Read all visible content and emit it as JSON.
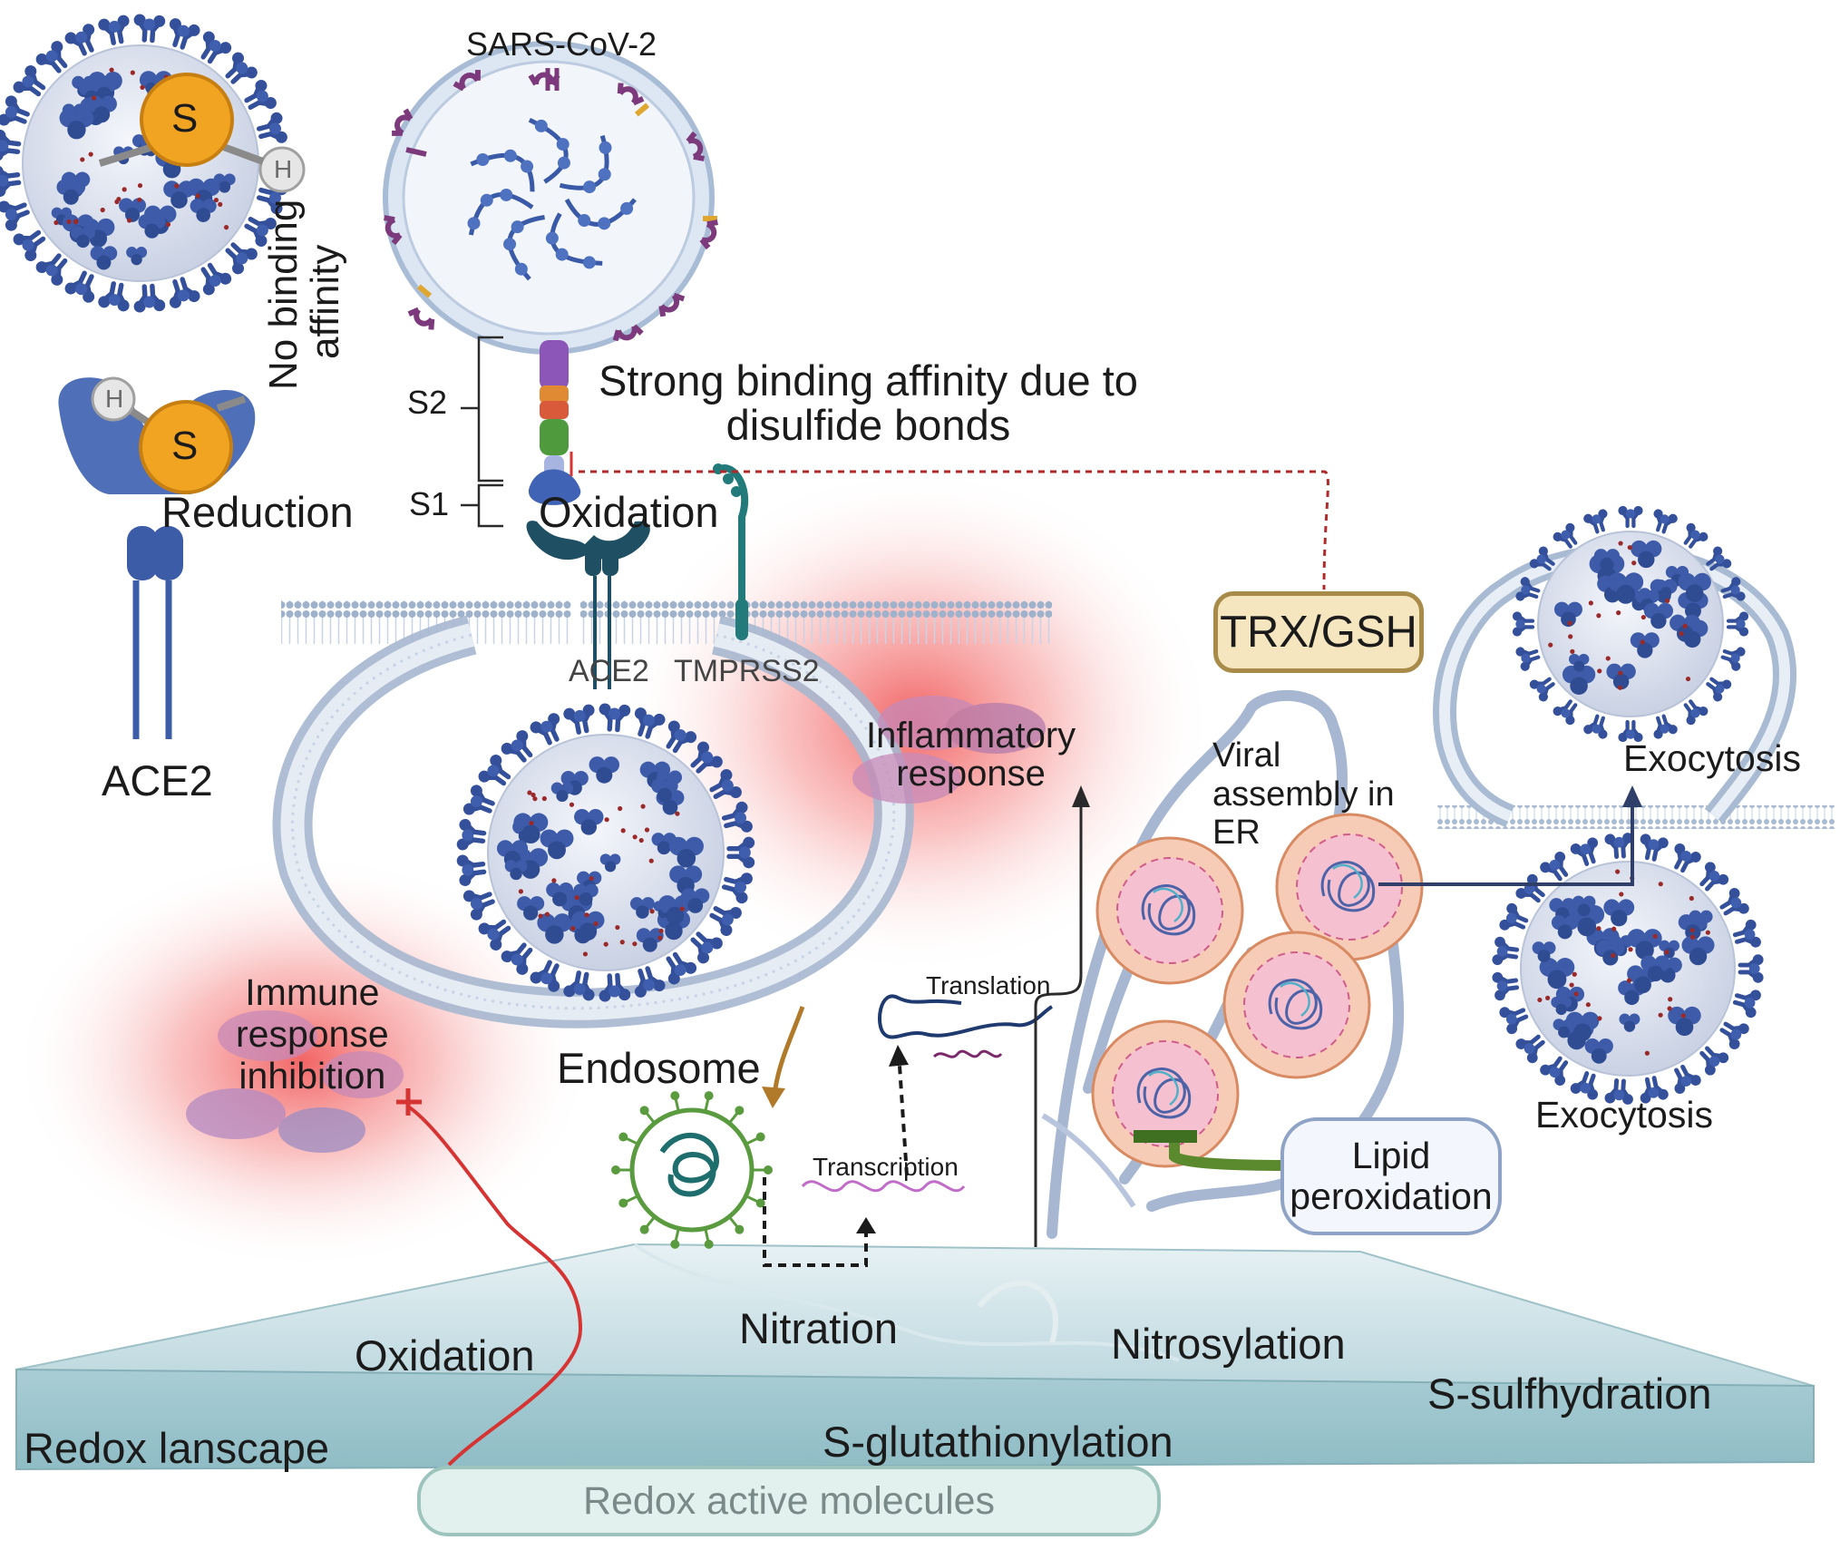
{
  "virus": {
    "title": "SARS-CoV-2"
  },
  "spike": {
    "s2": "S2",
    "s1": "S1"
  },
  "binding": {
    "no_binding": [
      "No binding",
      "affinity"
    ],
    "strong_binding": [
      "Strong binding affinity due to",
      "disulfide bonds"
    ]
  },
  "reactions": {
    "reduction": "Reduction",
    "oxidation": "Oxidation"
  },
  "atoms": {
    "sulfur": "S",
    "hydrogen": "H"
  },
  "receptors": {
    "ace2_left": "ACE2",
    "ace2_membrane": "ACE2",
    "tmprss2": "TMPRSS2"
  },
  "redox_buffer": "TRX/GSH",
  "processes": {
    "inflammatory": [
      "Inflammatory",
      "response"
    ],
    "viral_assembly": [
      "Viral",
      "assembly in",
      "ER"
    ],
    "exocytosis_top": "Exocytosis",
    "exocytosis_bottom": "Exocytosis",
    "immune": [
      "Immune",
      "response",
      "inhibition"
    ],
    "endosome": "Endosome",
    "translation": "Translation",
    "transcription": "Transcription",
    "lipid_peroxidation": [
      "Lipid",
      "peroxidation"
    ]
  },
  "landscape": {
    "oxidation": "Oxidation",
    "nitration": "Nitration",
    "nitrosylation": "Nitrosylation",
    "s_sulfhydration": "S-sulfhydration",
    "redox_landscape": "Redox lanscape",
    "s_glutathionylation": "S-glutathionylation",
    "redox_molecules": "Redox active molecules"
  },
  "colors": {
    "virus_spike": "#34509a",
    "virus_body": "#dfe5f1",
    "sulfur": "#f0a422",
    "receptor": "#4f6fb8",
    "ace2_dark": "#1f4f63",
    "tmprss2": "#237a7a",
    "membrane": "#aabad0",
    "inflammation": "#f25a5a",
    "er_vesicle": "#f7cdb8",
    "landscape": "#cfe3e8",
    "inhibit_line": "#d63333",
    "lipid_arrow": "#5b8a2e",
    "dotted_link": "#b02a2a",
    "trx_fill": "#f6e6bf"
  }
}
